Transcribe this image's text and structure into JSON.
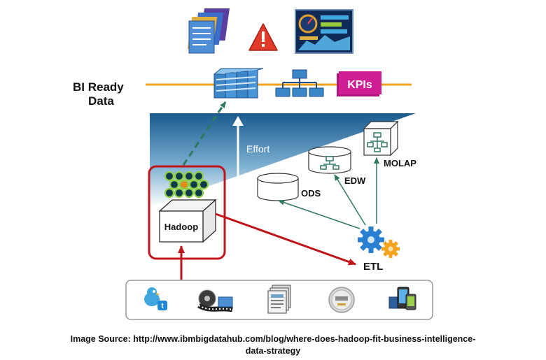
{
  "diagram": {
    "bi_ready_data": [
      "BI Ready",
      "Data"
    ],
    "kpis": "KPIs",
    "effort": "Effort",
    "ods": "ODS",
    "edw": "EDW",
    "molap": "MOLAP",
    "hadoop": "Hadoop",
    "etl": "ETL"
  },
  "caption": {
    "line1": "Image Source: http://www.ibmbigdatahub.com/blog/where-does-hadoop-fit-business-intelligence-",
    "line2": "data-strategy"
  },
  "icons": [
    "report-stack-icon",
    "alert-triangle-icon",
    "dashboard-icon",
    "data-cubes-icon",
    "hierarchy-icon",
    "kpis-badge-icon",
    "hadoop-cluster-icon",
    "gears-icon",
    "social-bird-icon",
    "media-film-icon",
    "documents-icon",
    "meter-icon",
    "mobile-devices-icon"
  ],
  "colors": {
    "orange_line": "#f5a21c",
    "hadoop_frame": "#c0151b",
    "arrow_green": "#2e7a5c",
    "kpi_magenta": "#c3178a",
    "effort_blue": "#1a5c92"
  }
}
